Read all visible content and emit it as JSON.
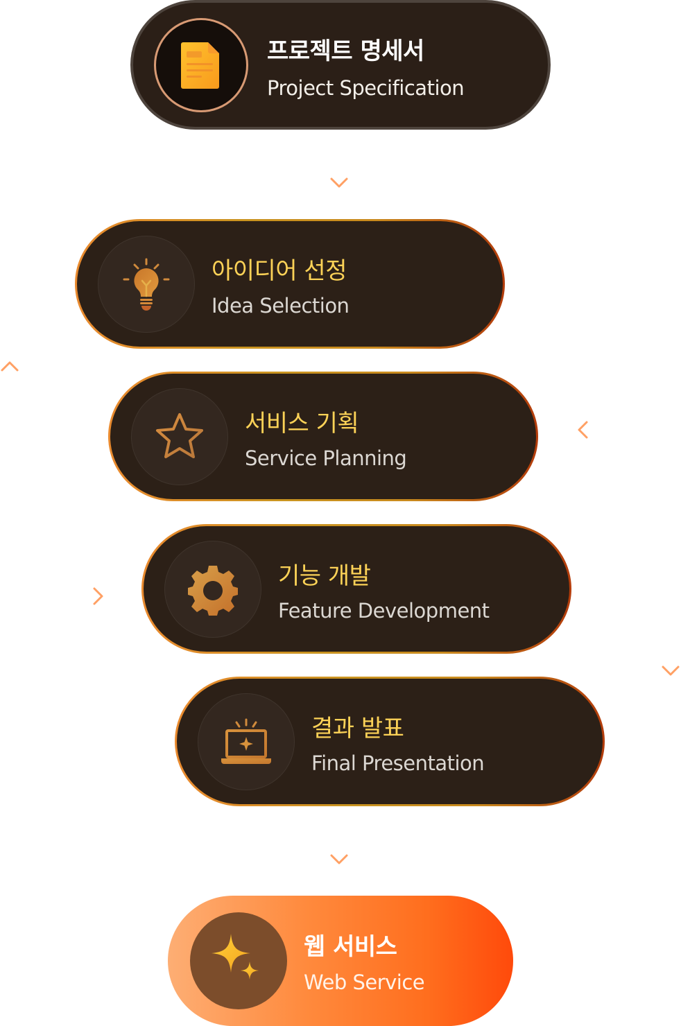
{
  "diagram": {
    "start": {
      "title_ko": "프로젝트 명세서",
      "title_en": "Project Specification",
      "icon": "document-icon"
    },
    "steps": [
      {
        "title_ko": "아이디어 선정",
        "title_en": "Idea Selection",
        "icon": "lightbulb-icon"
      },
      {
        "title_ko": "서비스 기획",
        "title_en": "Service Planning",
        "icon": "star-icon"
      },
      {
        "title_ko": "기능 개발",
        "title_en": "Feature Development",
        "icon": "gear-icon"
      },
      {
        "title_ko": "결과 발표",
        "title_en": "Final Presentation",
        "icon": "laptop-sparkle-icon"
      }
    ],
    "end": {
      "title_ko": "웹 서비스",
      "title_en": "Web Service",
      "icon": "sparkles-icon"
    },
    "arrows": [
      {
        "direction": "down",
        "from": "start",
        "to": "steps"
      },
      {
        "direction": "up",
        "position": "left-of-steps"
      },
      {
        "direction": "left",
        "position": "right-of-step-2"
      },
      {
        "direction": "right",
        "position": "left-of-step-3"
      },
      {
        "direction": "down",
        "position": "right-of-steps"
      },
      {
        "direction": "down",
        "from": "steps",
        "to": "end"
      }
    ]
  },
  "colors": {
    "pill_dark": "#2c2017",
    "title_gold": "#fcd257",
    "subtitle_gray": "#dcd8d3",
    "arrow_orange": "#ffa064",
    "final_gradient_start": "#fdae74",
    "final_gradient_end": "#ff4a0b",
    "icon_orange": "#d8892c"
  }
}
